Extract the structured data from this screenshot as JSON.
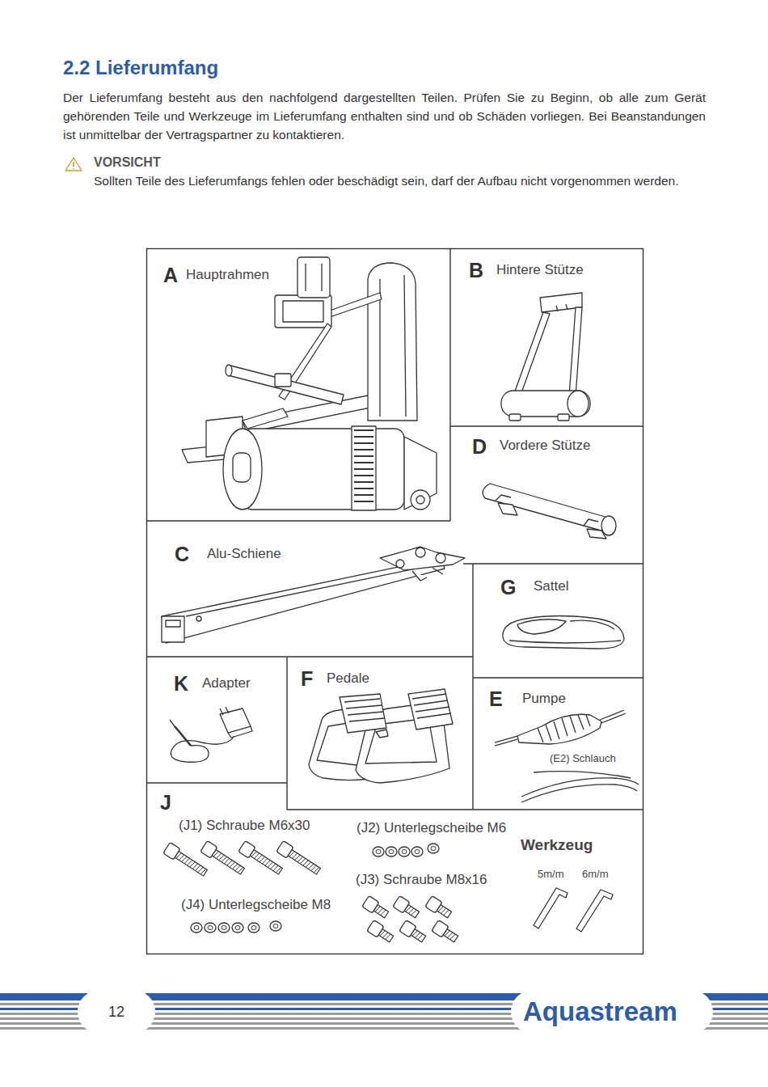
{
  "diagram": {
    "title": "2.2 Lieferumfang",
    "nodes": [
      {
        "text": [
          "A",
          "Hauptrahmen"
        ]
      },
      {
        "text": [
          "B",
          "Hintere Stütze"
        ]
      },
      {
        "text": [
          "D",
          "Vordere Stütze"
        ]
      },
      {
        "text": [
          "C",
          "Alu-Schiene"
        ]
      },
      {
        "text": [
          "G",
          "Sattel"
        ]
      },
      {
        "text": [
          "K",
          "Adapter"
        ]
      },
      {
        "text": [
          "F",
          "Pedale"
        ]
      },
      {
        "text": [
          "E",
          "Pumpe",
          "(E2) Schlauch"
        ]
      },
      {
        "text": [
          "J",
          "(J1) Schraube M6x30",
          "(J2) Unterlegscheibe M6",
          "(J3) Schraube M8x16",
          "(J4) Unterlegscheibe M8",
          "Werkzeug",
          "5m/m",
          "6m/m"
        ]
      }
    ],
    "labels": [
      "Der Lieferumfang besteht aus den nachfolgend dargestellten Teilen. Prüfen Sie zu Beginn, ob alle zum Gerät gehörenden Teile und Werkzeuge im Lieferumfang enthalten sind und ob Schäden vorliegen. Bei Beanstandungen ist unmittelbar der Vertragspartner zu kontaktieren.",
      "VORSICHT",
      "Sollten Teile des Lieferumfangs fehlen oder beschädigt sein, darf der Aufbau nicht vorgenommen werden.",
      "12",
      "Aquastream"
    ]
  }
}
